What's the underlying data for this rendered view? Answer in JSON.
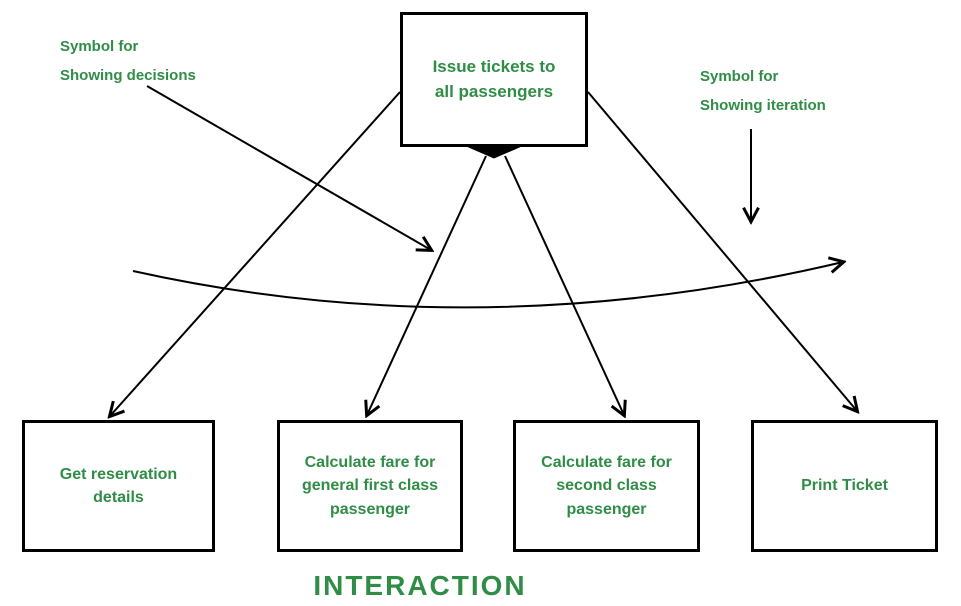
{
  "title": "INTERACTION",
  "colors": {
    "green": "#2f8d46",
    "black": "#000000",
    "background": "#ffffff"
  },
  "root_box": {
    "label": "Issue tickets to\nall passengers"
  },
  "boxes": [
    {
      "label": "Get reservation\ndetails"
    },
    {
      "label": "Calculate fare for\ngeneral first class\npassenger"
    },
    {
      "label": "Calculate fare for\nsecond class\npassenger"
    },
    {
      "label": "Print Ticket"
    }
  ],
  "annotations": [
    {
      "label": "Symbol for\nShowing decisions"
    },
    {
      "label": "Symbol for\nShowing iteration"
    }
  ],
  "symbols": [
    {
      "name": "decision-diamond",
      "meaning": "decision"
    },
    {
      "name": "iteration-arc",
      "meaning": "iteration"
    }
  ]
}
